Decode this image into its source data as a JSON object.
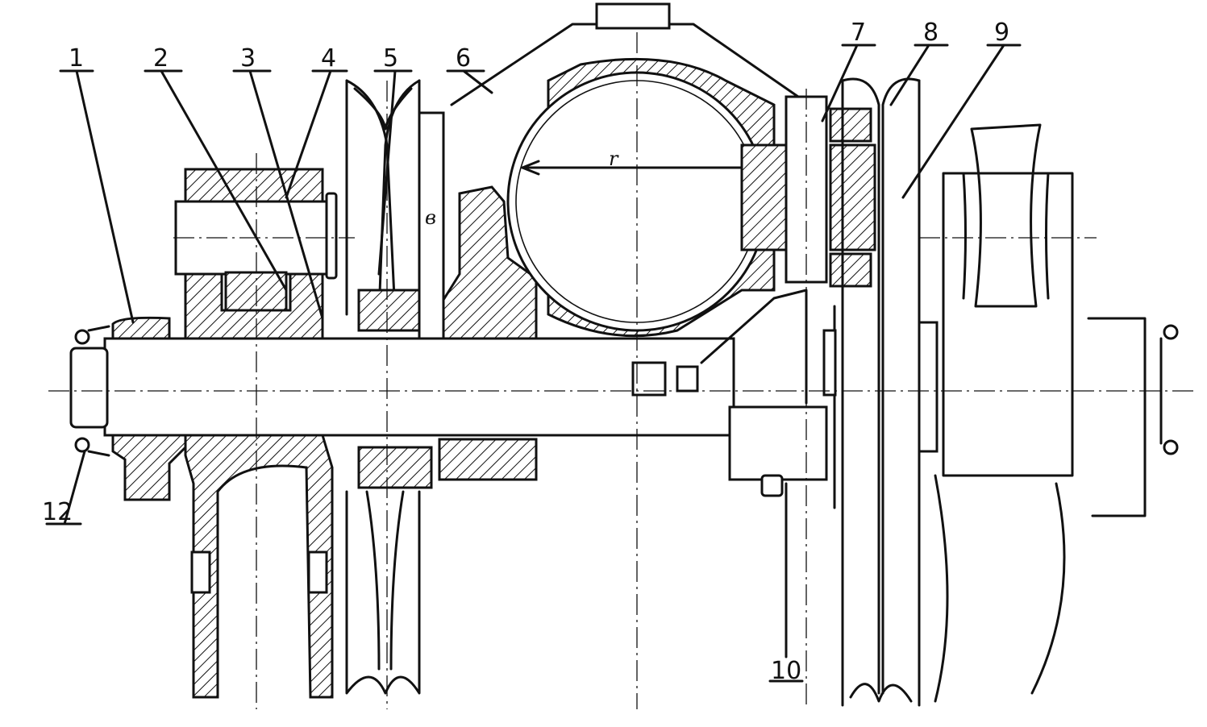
{
  "callouts": {
    "c1": "1",
    "c2": "2",
    "c3": "3",
    "c4": "4",
    "c5": "5",
    "c6": "6",
    "c7": "7",
    "c8": "8",
    "c9": "9",
    "c10": "10",
    "c12": "12"
  },
  "dimensions": {
    "radius": "r",
    "gap": "в"
  },
  "colors": {
    "ink": "#111111",
    "paper": "#ffffff"
  }
}
